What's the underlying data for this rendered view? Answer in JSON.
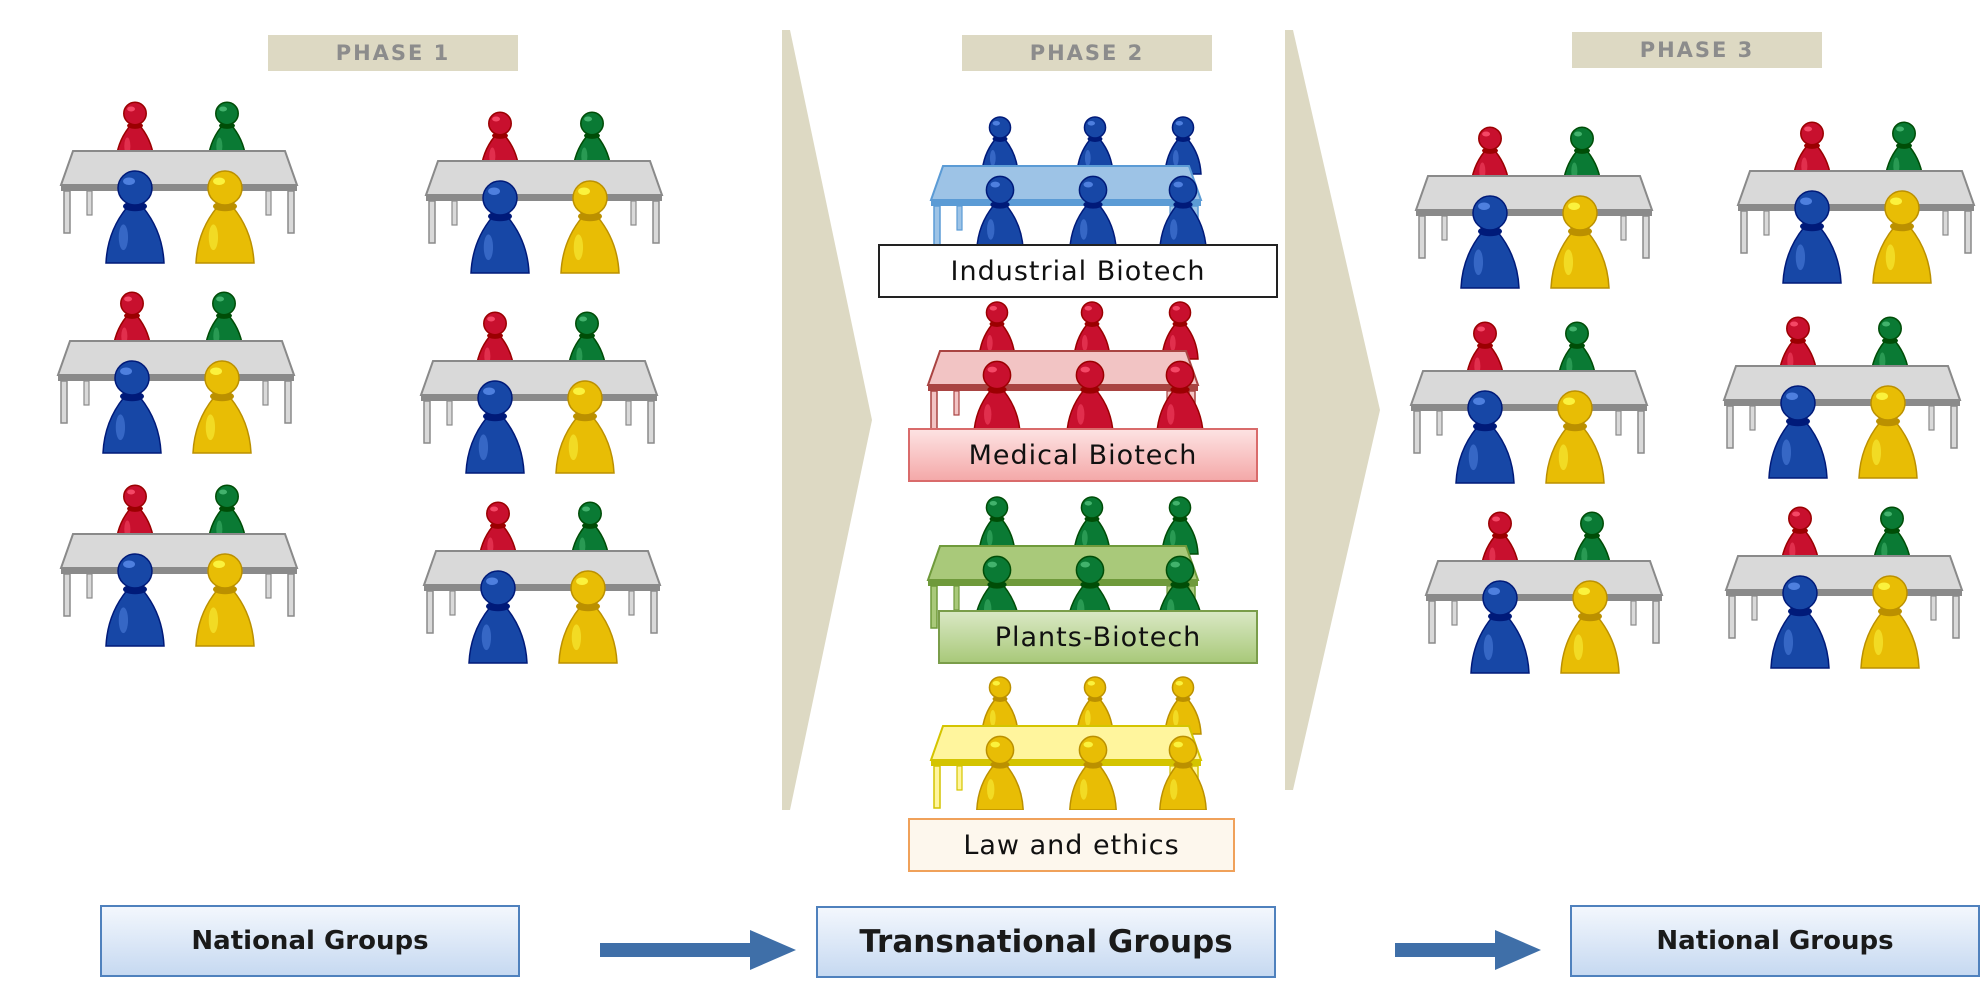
{
  "phases": {
    "phase1": "PHASE 1",
    "phase2": "PHASE 2",
    "phase3": "PHASE 3"
  },
  "categories": {
    "industrial": "Industrial Biotech",
    "medical": "Medical Biotech",
    "plants": "Plants-Biotech",
    "law": "Law and ethics"
  },
  "groups": {
    "left": "National Groups",
    "middle": "Transnational Groups",
    "right": "National Groups"
  },
  "colors": {
    "red": "#c8102e",
    "green": "#0a7a34",
    "blue": "#1747a6",
    "yellow": "#e8bd05",
    "table": "#d9d9d9",
    "chevron": "#ddd9c3",
    "arrow": "#3f6fa8"
  }
}
